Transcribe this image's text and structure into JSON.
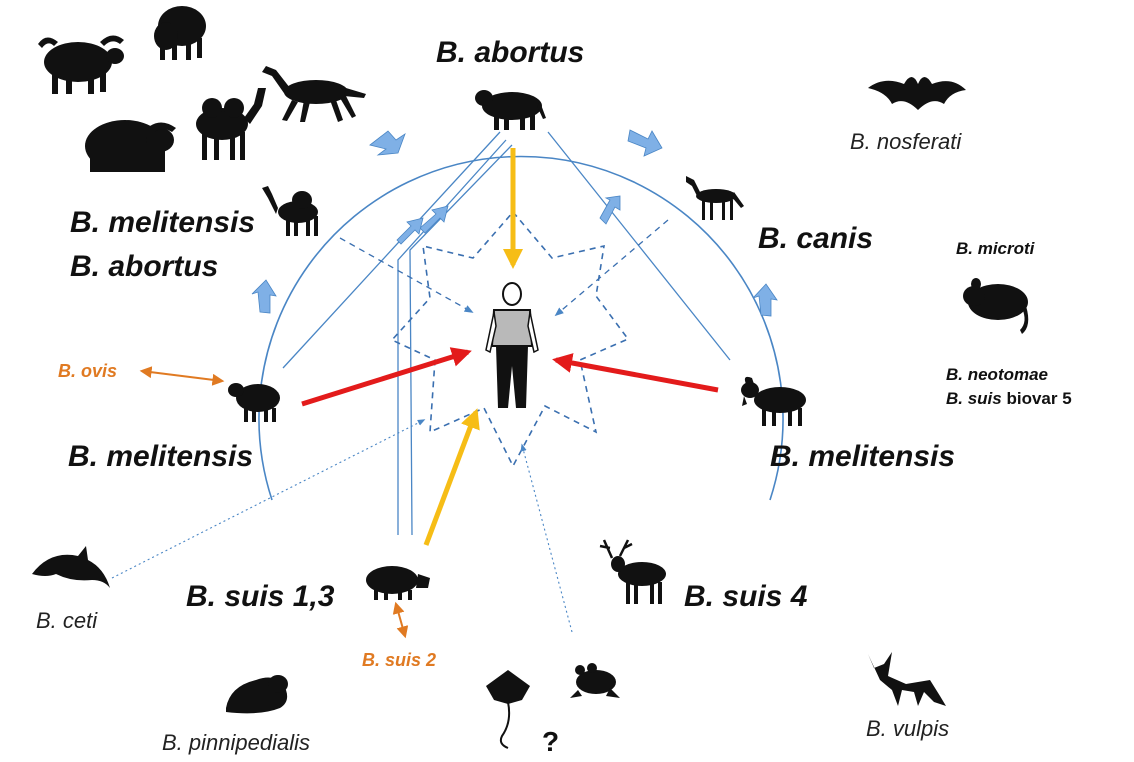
{
  "labels": {
    "abortus_top": "B. abortus",
    "melitensis_left_1": "B. melitensis",
    "abortus_left": "B. abortus",
    "canis": "B. canis",
    "nosferati": "B. nosferati",
    "microti": "B. microti",
    "neotomae": "B. neotomae",
    "suis_bv5_name": "B. suis",
    "suis_bv5_suffix": "biovar 5",
    "ovis": "B. ovis",
    "melitensis_sheep": "B. melitensis",
    "melitensis_goat": "B. melitensis",
    "suis_13": "B. suis 1,3",
    "suis_4": "B. suis 4",
    "suis_2": "B. suis 2",
    "ceti": "B. ceti",
    "pinnipedialis": "B. pinnipedialis",
    "vulpis": "B. vulpis",
    "unknown": "?"
  },
  "colors": {
    "blue_line": "#4a86c5",
    "blue_arrow": "#7fb0e6",
    "red_arrow": "#e31b1b",
    "yellow_arrow": "#f6bd16",
    "orange_text": "#e07a22",
    "silhouette": "#111111"
  },
  "icons": [
    "buffalo-icon",
    "bison-icon",
    "yak-icon",
    "camel-bactrian-icon",
    "wild-ass-icon",
    "cattle-icon",
    "camel-dromedary-icon",
    "dog-icon",
    "bat-icon",
    "vole-icon",
    "human-icon",
    "sheep-icon",
    "goat-icon",
    "pig-icon",
    "reindeer-icon",
    "dolphin-icon",
    "walrus-icon",
    "stingray-icon",
    "frog-icon",
    "fox-icon"
  ]
}
